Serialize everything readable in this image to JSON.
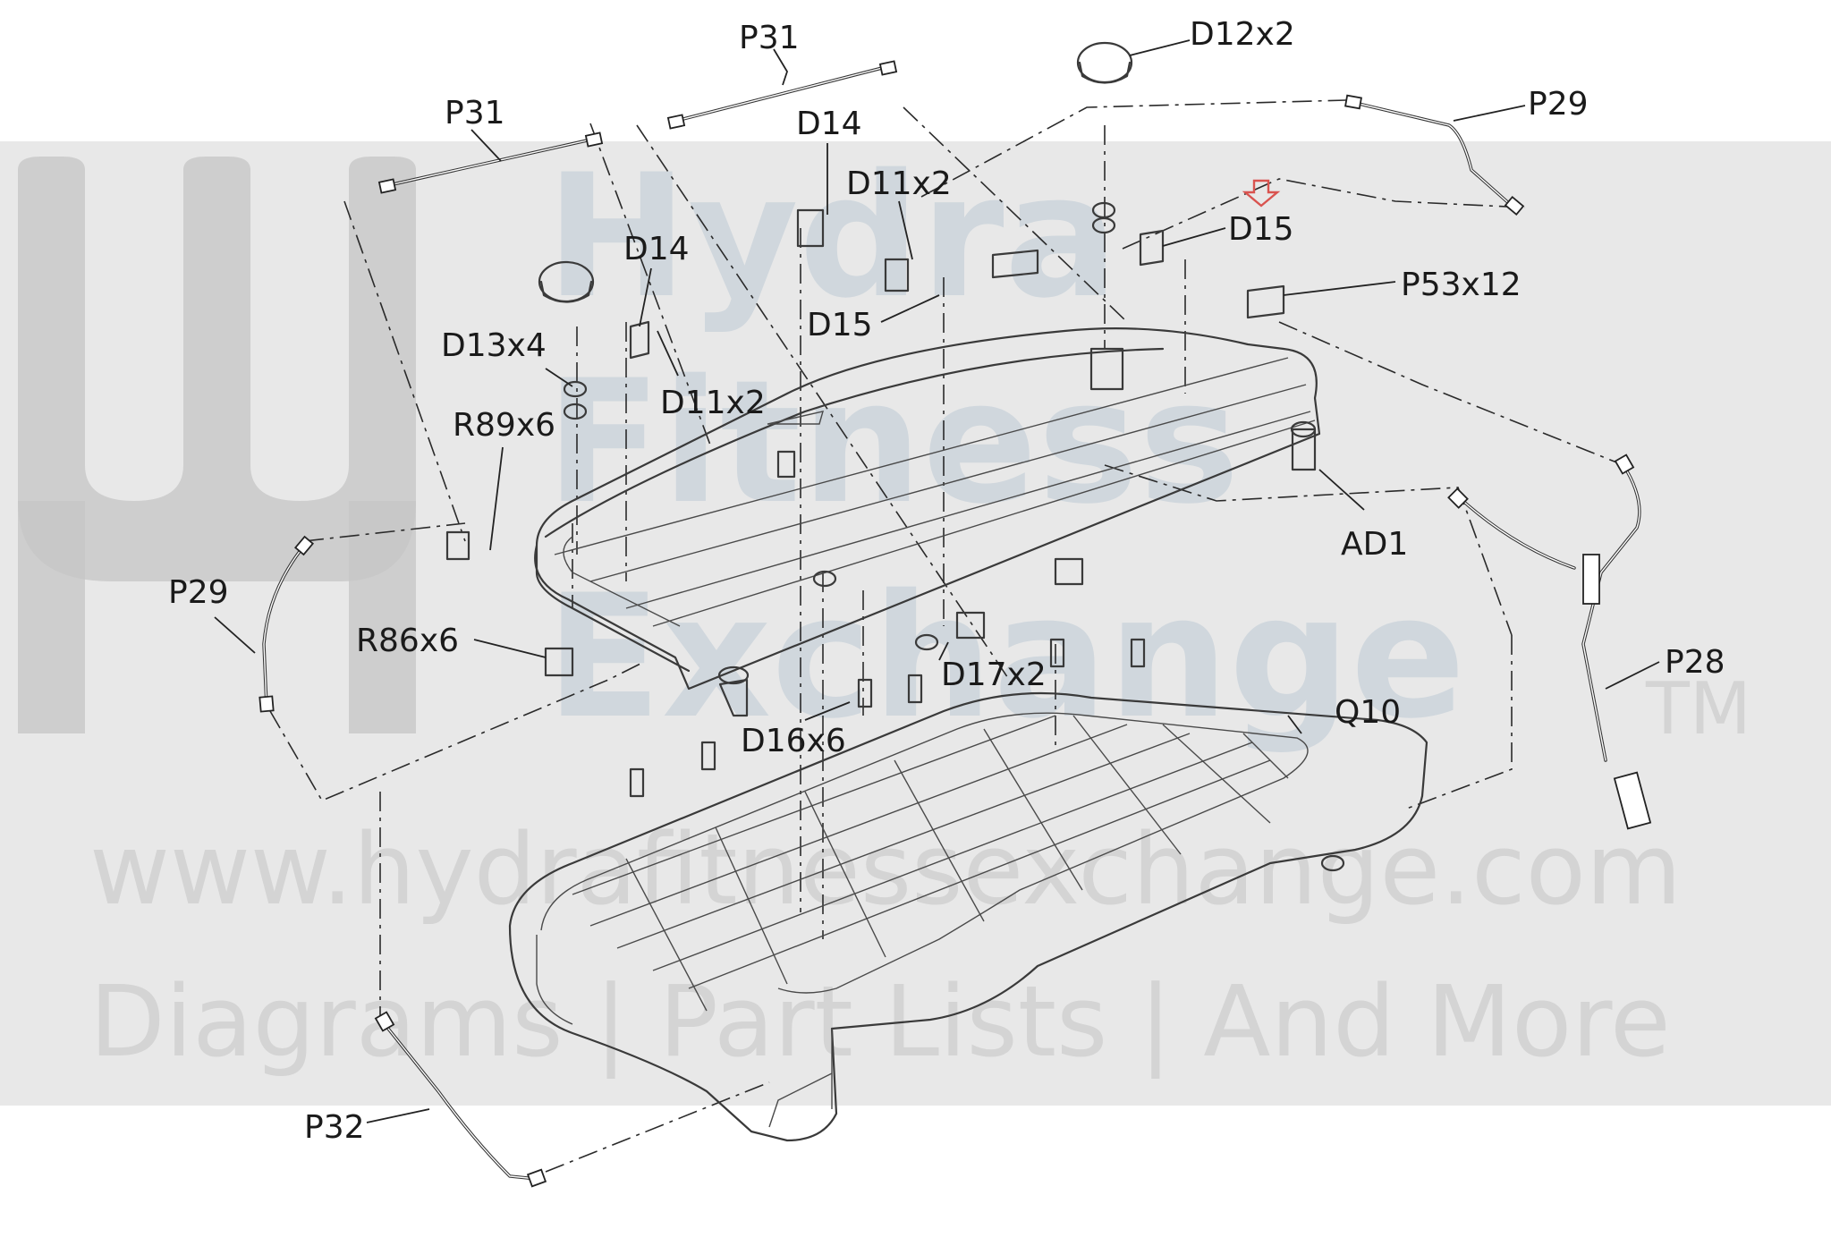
{
  "diagram": {
    "labels": [
      {
        "id": "p31-top",
        "text": "P31"
      },
      {
        "id": "d12",
        "text": "D12x2"
      },
      {
        "id": "p31-left",
        "text": "P31"
      },
      {
        "id": "p29-right",
        "text": "P29"
      },
      {
        "id": "d14-top",
        "text": "D14"
      },
      {
        "id": "d11-top",
        "text": "D11x2"
      },
      {
        "id": "d15-right",
        "text": "D15"
      },
      {
        "id": "d14-mid",
        "text": "D14"
      },
      {
        "id": "p53",
        "text": "P53x12"
      },
      {
        "id": "d15-mid",
        "text": "D15"
      },
      {
        "id": "d13",
        "text": "D13x4"
      },
      {
        "id": "d11-mid",
        "text": "D11x2"
      },
      {
        "id": "r89",
        "text": "R89x6"
      },
      {
        "id": "ad1",
        "text": "AD1"
      },
      {
        "id": "p29-left",
        "text": "P29"
      },
      {
        "id": "r86",
        "text": "R86x6"
      },
      {
        "id": "p28",
        "text": "P28"
      },
      {
        "id": "d17",
        "text": "D17x2"
      },
      {
        "id": "q10",
        "text": "Q10"
      },
      {
        "id": "d16",
        "text": "D16x6"
      },
      {
        "id": "p32",
        "text": "P32"
      }
    ],
    "highlight_color": "#d9534f"
  },
  "watermark": {
    "brand_line1": "Hydra",
    "brand_line2": "Fitness",
    "brand_line3": "Exchange",
    "trademark": "TM",
    "url": "www.hydrafitnessexchange.com",
    "tagline": "Diagrams | Part Lists | And More"
  }
}
